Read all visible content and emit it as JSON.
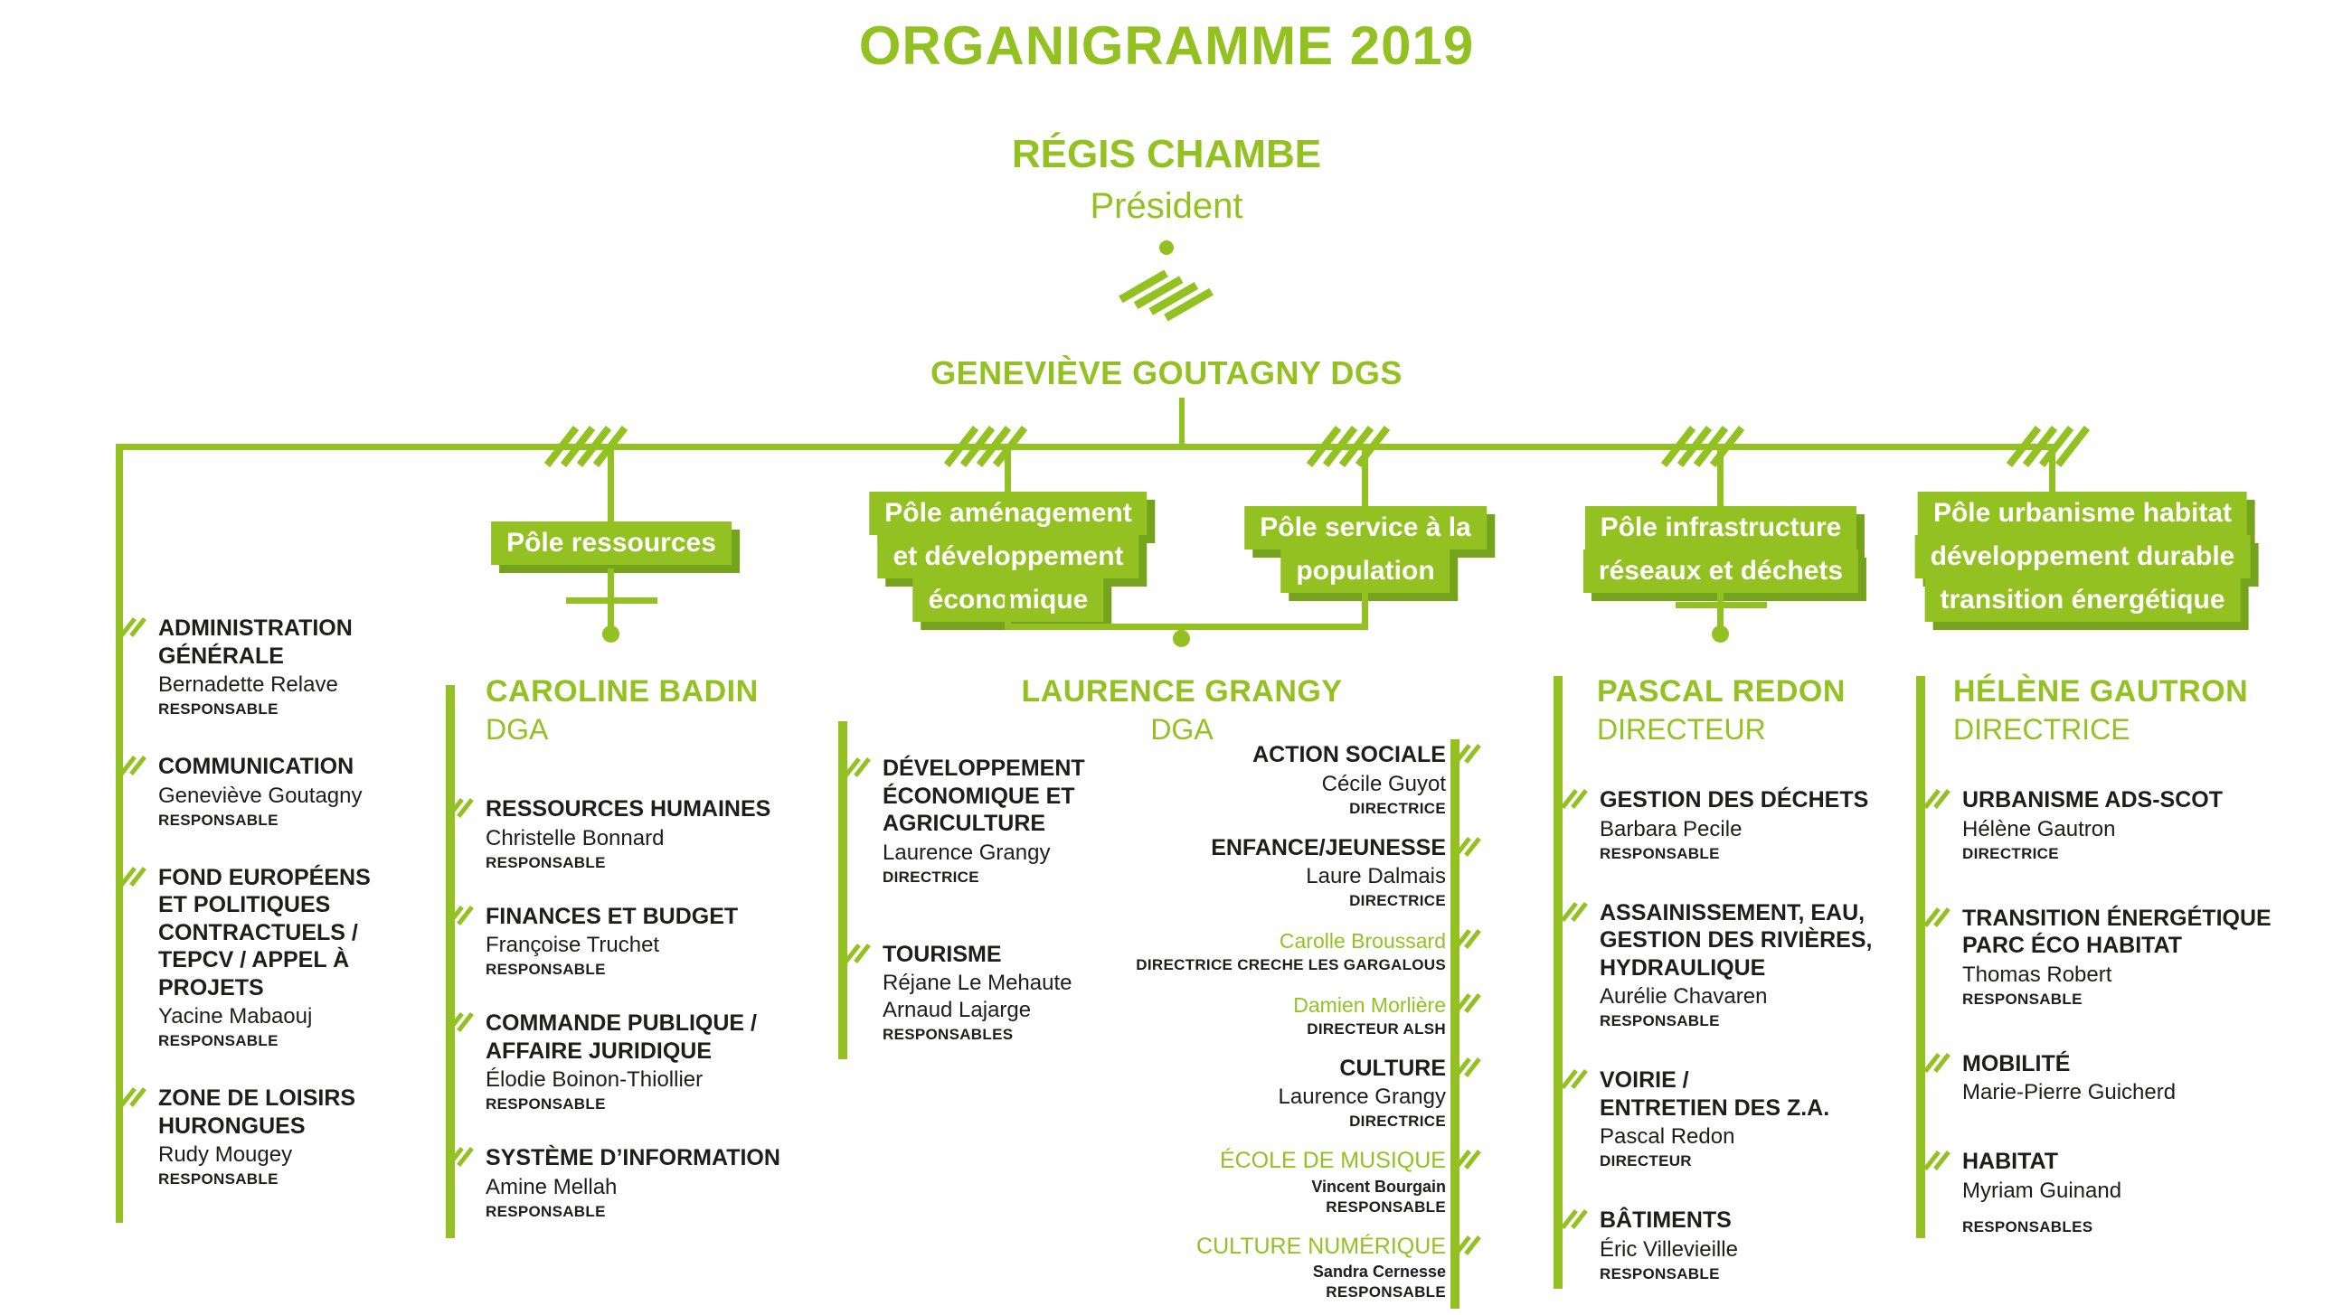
{
  "title": "ORGANIGRAMME 2019",
  "accent_green": "#94c122",
  "accent_green_dark": "#75a31c",
  "president": {
    "name": "RÉGIS CHAMBE",
    "role": "Président"
  },
  "dgs": "GENEVIÈVE GOUTAGNY DGS",
  "poles": {
    "ressources": {
      "label": "Pôle ressources"
    },
    "amenagement": {
      "lines": [
        "Pôle aménagement",
        "et développement",
        "économique"
      ]
    },
    "service": {
      "lines": [
        "Pôle service à la",
        "population"
      ]
    },
    "infrastructure": {
      "lines": [
        "Pôle infrastructure",
        "réseaux et déchets"
      ]
    },
    "urbanisme": {
      "lines": [
        "Pôle urbanisme habitat",
        "développement durable",
        "transition énergétique"
      ]
    }
  },
  "heads": {
    "ressources": {
      "name": "CAROLINE BADIN",
      "role": "DGA"
    },
    "amenagement_service": {
      "name": "LAURENCE GRANGY",
      "role": "DGA"
    },
    "infrastructure": {
      "name": "PASCAL REDON",
      "role": "DIRECTEUR"
    },
    "urbanisme": {
      "name": "HÉLÈNE GAUTRON",
      "role": "DIRECTRICE"
    }
  },
  "columns": {
    "direction_generale": {
      "items": [
        {
          "title": "ADMINISTRATION\nGÉNÉRALE",
          "name": "Bernadette Relave",
          "role": "RESPONSABLE"
        },
        {
          "title": "COMMUNICATION",
          "name": "Geneviève Goutagny",
          "role": "RESPONSABLE"
        },
        {
          "title": "FOND EUROPÉENS\nET POLITIQUES\nCONTRACTUELS /\nTEPCV / APPEL À PROJETS",
          "name": "Yacine Mabaouj",
          "role": "RESPONSABLE"
        },
        {
          "title": "ZONE DE LOISIRS\nHURONGUES",
          "name": "Rudy Mougey",
          "role": "RESPONSABLE"
        }
      ]
    },
    "ressources": {
      "items": [
        {
          "title": "RESSOURCES HUMAINES",
          "name": "Christelle Bonnard",
          "role": "RESPONSABLE"
        },
        {
          "title": "FINANCES ET BUDGET",
          "name": "Françoise Truchet",
          "role": "RESPONSABLE"
        },
        {
          "title": "COMMANDE PUBLIQUE /\nAFFAIRE JURIDIQUE",
          "name": "Élodie Boinon-Thiollier",
          "role": "RESPONSABLE"
        },
        {
          "title": "SYSTÈME D’INFORMATION",
          "name": "Amine Mellah",
          "role": "RESPONSABLE"
        }
      ]
    },
    "amenagement": {
      "items": [
        {
          "title": "DÉVELOPPEMENT\nÉCONOMIQUE ET\nAGRICULTURE",
          "name": "Laurence Grangy",
          "role": "DIRECTRICE"
        },
        {
          "title": "TOURISME",
          "name": "Réjane Le Mehaute\nArnaud Lajarge",
          "role": "RESPONSABLES"
        }
      ]
    },
    "service_population": {
      "items": [
        {
          "title": "ACTION SOCIALE",
          "name": "Cécile Guyot",
          "role": "DIRECTRICE"
        },
        {
          "title": "ENFANCE/JEUNESSE",
          "name": "Laure Dalmais",
          "role": "DIRECTRICE"
        },
        {
          "green_name": "Carolle Broussard",
          "role": "DIRECTRICE CRECHE LES GARGALOUS"
        },
        {
          "green_name": "Damien Morlière",
          "role": "DIRECTEUR ALSH"
        },
        {
          "title": "CULTURE",
          "name": "Laurence Grangy",
          "role": "DIRECTRICE"
        },
        {
          "green_title": "ÉCOLE DE MUSIQUE",
          "name_sm": "Vincent Bourgain",
          "role": "RESPONSABLE"
        },
        {
          "green_title": "CULTURE NUMÉRIQUE",
          "name_sm": "Sandra Cernesse",
          "role": "RESPONSABLE"
        }
      ]
    },
    "infrastructure": {
      "items": [
        {
          "title": "GESTION DES DÉCHETS",
          "name": "Barbara Pecile",
          "role": "RESPONSABLE"
        },
        {
          "title": "ASSAINISSEMENT, EAU,\nGESTION DES RIVIÈRES,\nHYDRAULIQUE",
          "name": "Aurélie Chavaren",
          "role": "RESPONSABLE"
        },
        {
          "title": "VOIRIE /\nENTRETIEN DES Z.A.",
          "name": "Pascal Redon",
          "role": "DIRECTEUR"
        },
        {
          "title": "BÂTIMENTS",
          "name": "Éric Villevieille",
          "role": "RESPONSABLE"
        }
      ]
    },
    "urbanisme": {
      "items": [
        {
          "title": "URBANISME ADS-SCOT",
          "name": "Hélène Gautron",
          "role": "DIRECTRICE"
        },
        {
          "title": "TRANSITION ÉNERGÉTIQUE\nPARC ÉCO HABITAT",
          "name": "Thomas Robert",
          "role": "RESPONSABLE"
        },
        {
          "title": "MOBILITÉ",
          "name": "Marie-Pierre Guicherd"
        },
        {
          "title": "HABITAT",
          "name": "Myriam Guinand"
        }
      ],
      "footer": "RESPONSABLES"
    }
  }
}
